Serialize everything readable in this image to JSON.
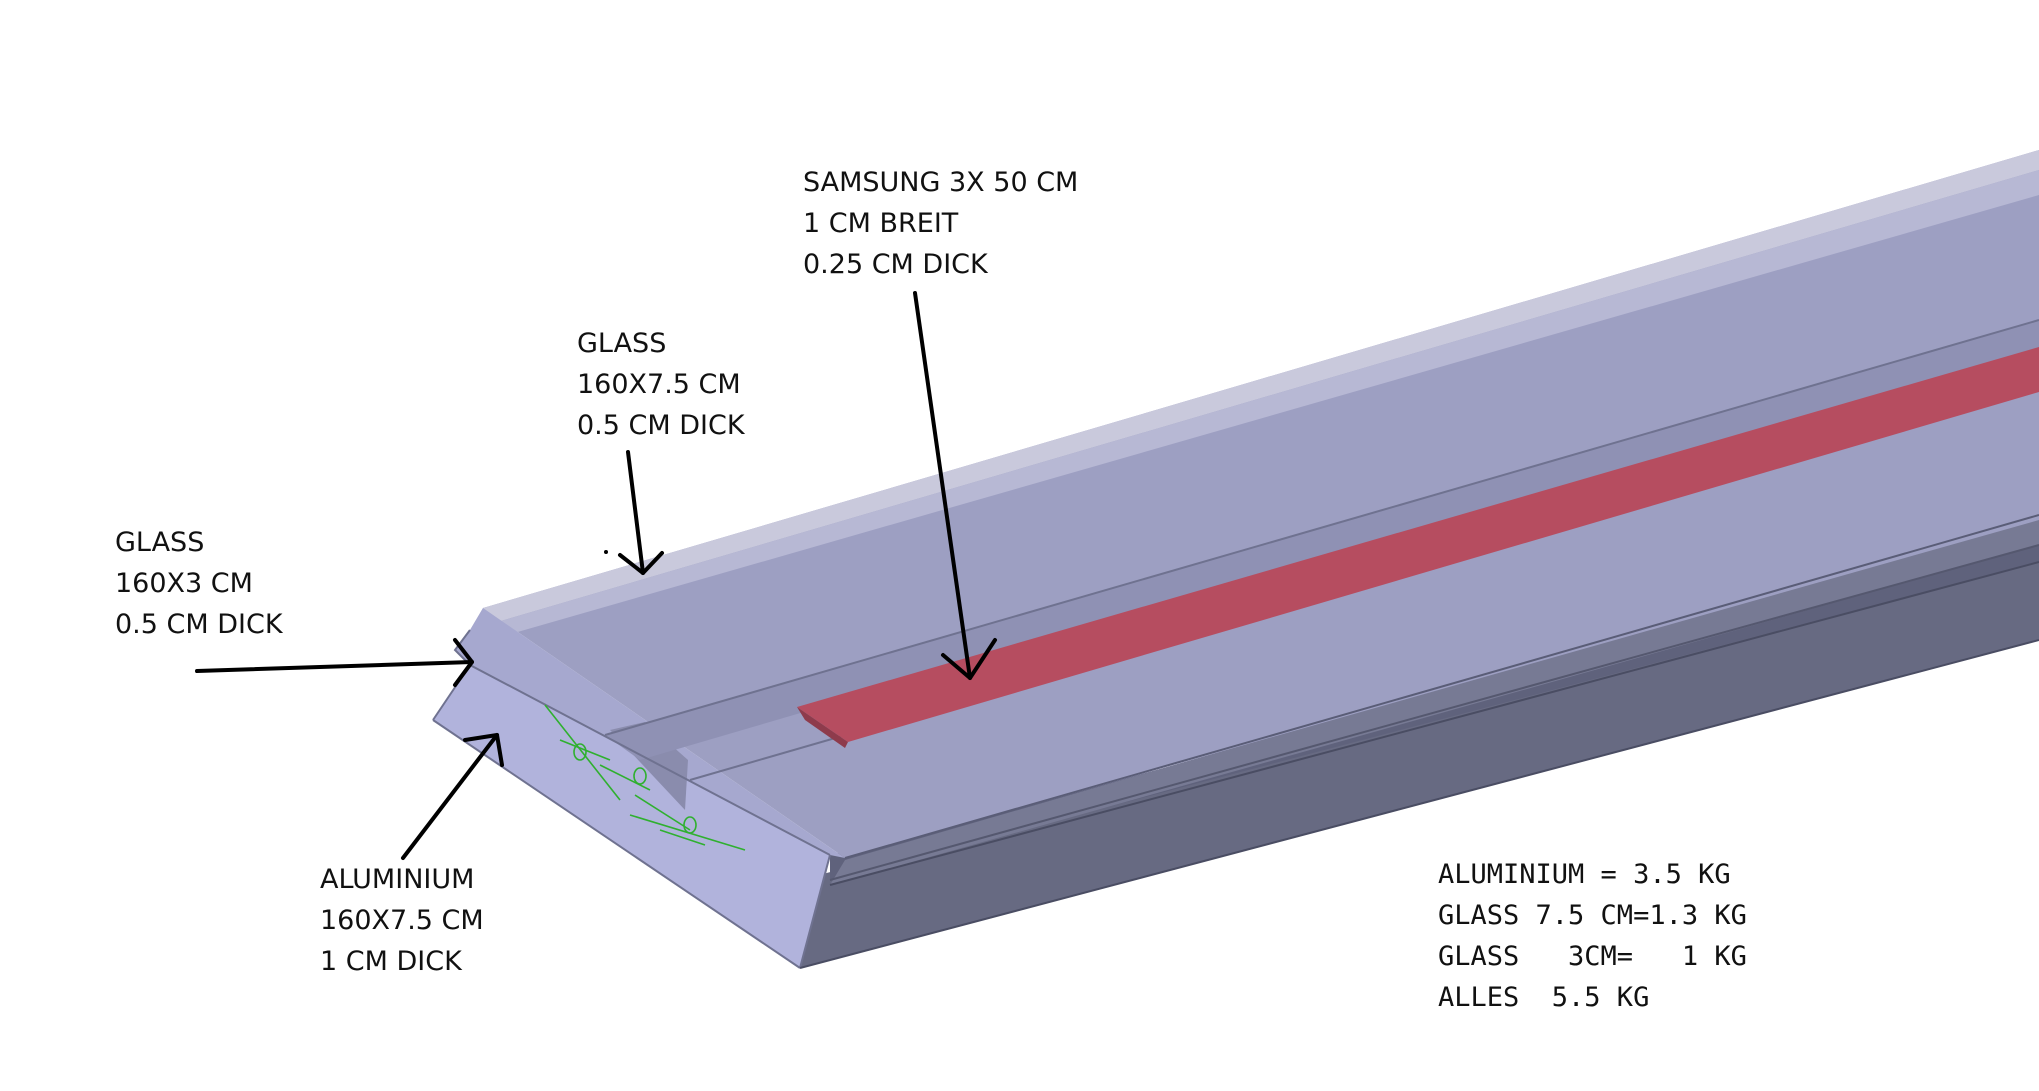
{
  "colors": {
    "glass_top": "#9d9fc2",
    "glass_top_light": "#c9c9dc",
    "glass_side": "#777a94",
    "aluminium_front": "#b1b3dc",
    "aluminium_side": "#676a82",
    "led_strip": "#b64d60",
    "arrow": "#000000",
    "sketch_green": "#2fb02f"
  },
  "labels": {
    "samsung": {
      "line1": "SAMSUNG 3X 50 CM",
      "line2": "1 CM BREIT",
      "line3": "0.25 CM DICK"
    },
    "glass_wide": {
      "line1": "GLASS",
      "line2": "160X7.5 CM",
      "line3": "0.5 CM DICK"
    },
    "glass_narrow": {
      "line1": "GLASS",
      "line2": "160X3 CM",
      "line3": "0.5 CM DICK"
    },
    "aluminium": {
      "line1": "ALUMINIUM",
      "line2": "160X7.5 CM",
      "line3": "1 CM DICK"
    }
  },
  "weights": {
    "line1": "ALUMINIUM = 3.5 KG",
    "line2": "GLASS 7.5 CM=1.3 KG",
    "line3": "GLASS   3CM=   1 KG",
    "line4": "ALLES  5.5 KG"
  }
}
